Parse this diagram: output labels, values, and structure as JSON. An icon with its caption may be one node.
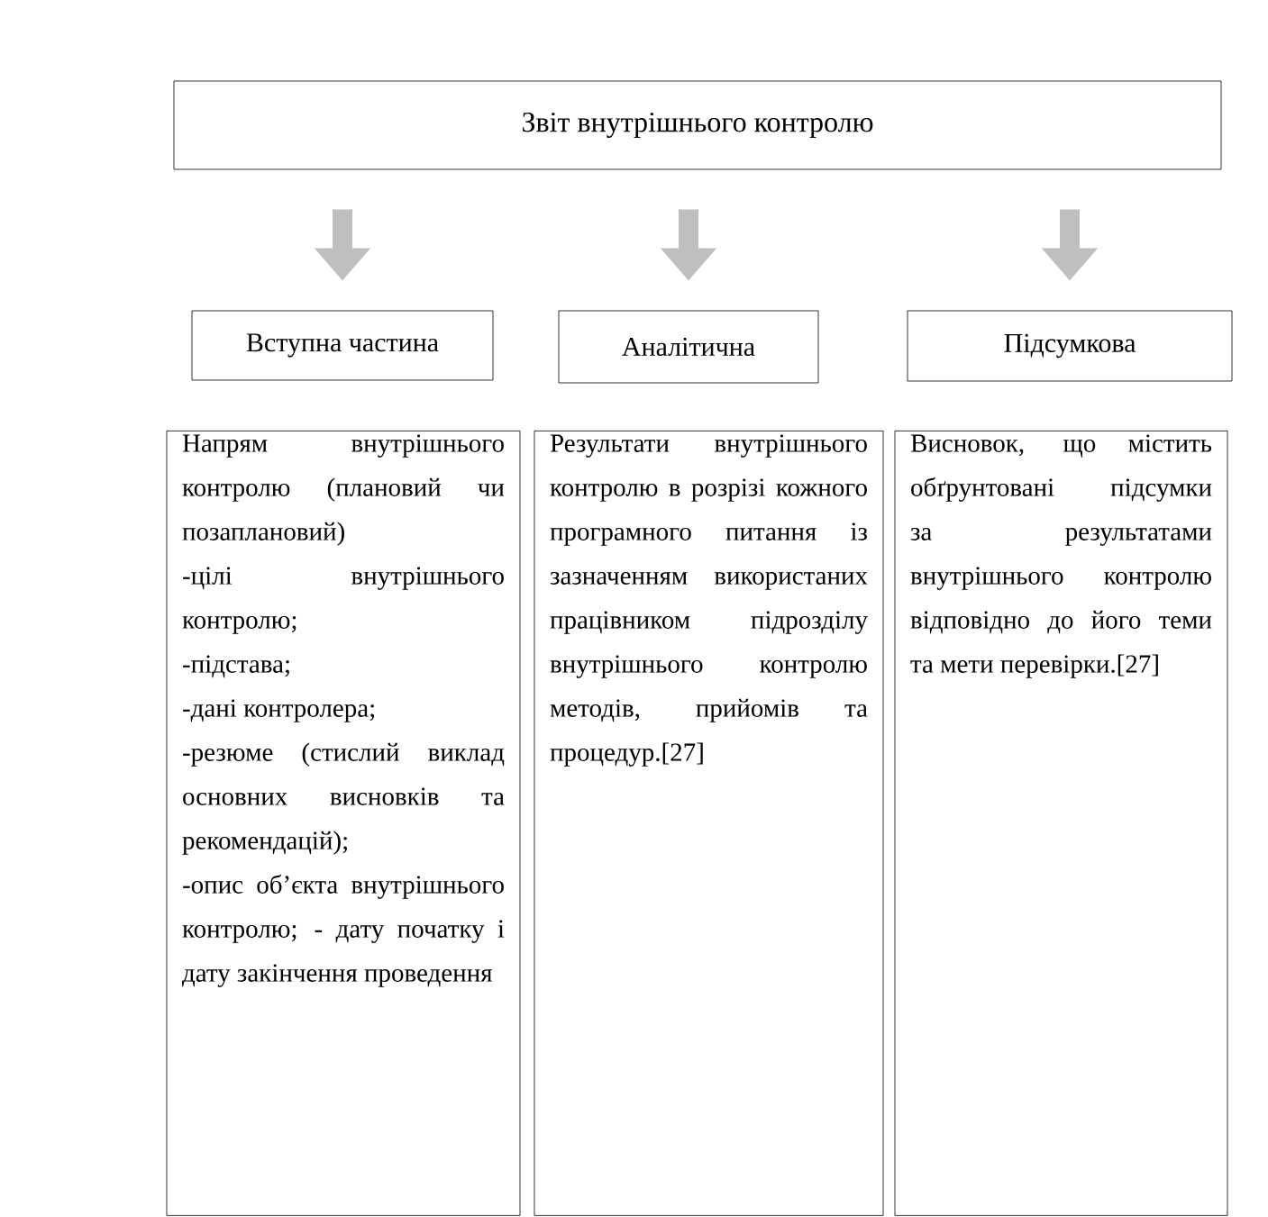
{
  "diagram": {
    "nodes": [
      {
        "text": [
          "Звіт внутрішнього контролю"
        ]
      },
      {
        "text": [
          "Вступна частина"
        ]
      },
      {
        "text": [
          "Аналітична"
        ]
      },
      {
        "text": [
          "Підсумкова"
        ]
      },
      {
        "text": [
          "Напрям внутрішнього контролю (плановий чи позаплановий)",
          "-цілі внутрішнього контролю;",
          "-підстава;",
          "-дані контролера;",
          "-резюме (стислий виклад основних висновків та рекомендацій);",
          "-опис об’єкта внутрішнього контролю; - дату початку і дату закінчення проведення"
        ]
      },
      {
        "text": [
          "Результати внутрішнього контролю в розрізі кожного програмного питання із зазначенням використаних працівником підрозділу внутрішнього контролю методів, прийомів та процедур.[27]"
        ]
      },
      {
        "text": [
          "Висновок, що містить обґрунтовані підсумки за результатами внутрішнього контролю відповідно до його теми та мети перевірки.[27]"
        ]
      }
    ],
    "edges": [
      {
        "from": 0,
        "to": 1,
        "arrow": "to"
      },
      {
        "from": 0,
        "to": 2,
        "arrow": "to"
      },
      {
        "from": 0,
        "to": 3,
        "arrow": "to"
      }
    ]
  }
}
